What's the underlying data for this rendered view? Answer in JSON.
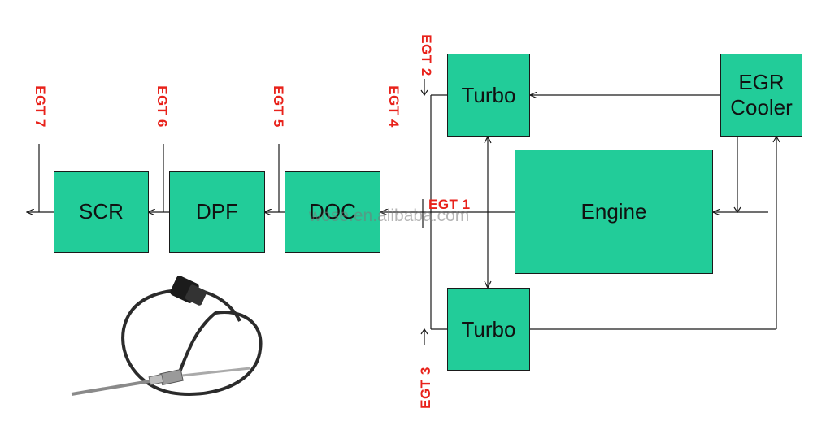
{
  "blocks": {
    "scr": "SCR",
    "dpf": "DPF",
    "doc": "DOC",
    "engine": "Engine",
    "turbo_top": "Turbo",
    "turbo_bottom": "Turbo",
    "egr_cooler": "EGR\nCooler"
  },
  "sensors": {
    "egt1": "EGT 1",
    "egt2": "EGT 2",
    "egt3": "EGT 3",
    "egt4": "EGT 4",
    "egt5": "EGT 5",
    "egt6": "EGT 6",
    "egt7": "EGT 7"
  },
  "watermark": "wose.en.alibaba.com",
  "colors": {
    "block_fill": "#22cc99",
    "sensor_label": "#e8221b"
  }
}
